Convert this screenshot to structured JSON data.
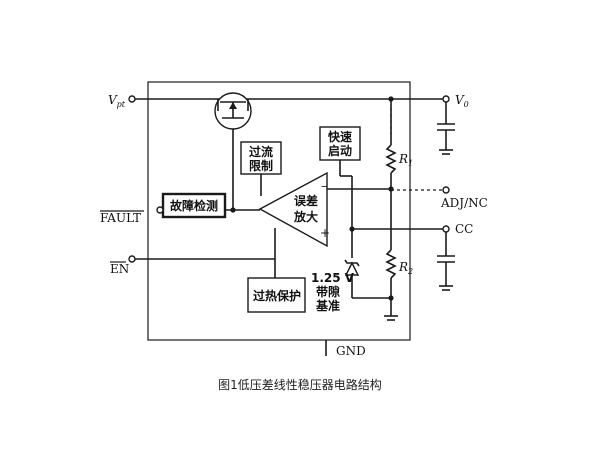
{
  "diagram": {
    "pins": {
      "vin": "V",
      "vin_sub": "pt",
      "vout": "V",
      "vout_sub": "0",
      "adj": "ADJ/NC",
      "cc": "CC",
      "fault": "FAULT",
      "en": "EN",
      "gnd": "GND"
    },
    "blocks": {
      "overcurrent": [
        "过流",
        "限制"
      ],
      "fast_start": [
        "快速",
        "启动"
      ],
      "fault_detect": "故障检测",
      "error_amp": [
        "误差",
        "放大"
      ],
      "thermal": "过热保护",
      "bandgap": [
        "1.25 V",
        "带隙",
        "基准"
      ]
    },
    "resistors": {
      "r1": "R",
      "r1_sub": "1",
      "r2": "R",
      "r2_sub": "2"
    },
    "amp_signs": {
      "minus": "–",
      "plus": "+"
    }
  },
  "caption": "图1低压差线性稳压器电路结构"
}
